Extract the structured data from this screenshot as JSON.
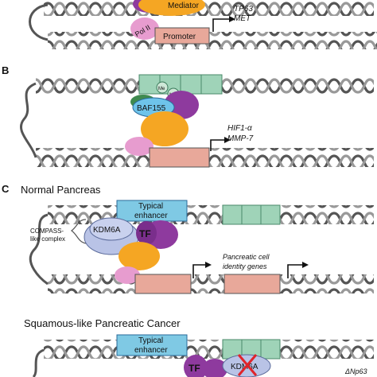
{
  "panel_a": {
    "mediator_label": "Mediator",
    "pol2_label": "Pol II",
    "promoter_label": "Promoter",
    "gene1": "TP63",
    "gene2": "MET"
  },
  "panel_b": {
    "letter": "B",
    "baf155_label": "BAF155",
    "me_label_1": "Me",
    "me_label_2": "Me",
    "gene1": "HIF1-α",
    "gene2": "MMP-7"
  },
  "panel_c": {
    "letter": "C",
    "normal_title": "Normal Pancreas",
    "typical_enhancer_line1": "Typical",
    "typical_enhancer_line2": "enhancer",
    "kdm6a_label": "KDM6A",
    "tf_label": "TF",
    "compass_line1": "COMPASS-",
    "compass_line2": "like complex",
    "genes_line1": "Pancreatic cell",
    "genes_line2": "identity genes",
    "cancer_title": "Squamous-like Pancreatic Cancer",
    "cancer_enhancer_line1": "Typical",
    "cancer_enhancer_line2": "enhancer",
    "cancer_tf_label": "TF",
    "cancer_kdm6a_label": "KDM6A",
    "delta_np63_label": "ΔNp63"
  },
  "colors": {
    "dna": "#555555",
    "promoter_box": "#e8a89a",
    "enhancer_box": "#7fc9e4",
    "nucleosome_box": "#9fd3b8",
    "orange_protein": "#f5a623",
    "purple_protein": "#8e3a9e",
    "pink_protein": "#e79ccf",
    "blue_protein": "#6ec3ea",
    "lavender_protein": "#b9c3e6",
    "green_protein": "#3f8a4f",
    "red_cross": "#e0242b"
  }
}
